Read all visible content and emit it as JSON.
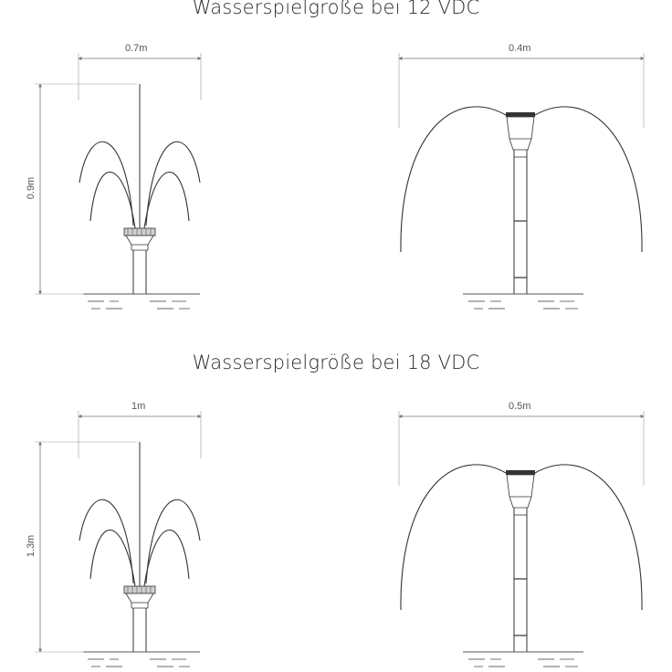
{
  "sections": [
    {
      "title": "Wasserspielgröße bei 12 VDC",
      "fountain_a": {
        "width_label": "0.7m",
        "height_label": "0.9m"
      },
      "fountain_b": {
        "width_label": "0.4m"
      }
    },
    {
      "title": "Wasserspielgröße bei 18 VDC",
      "fountain_a": {
        "width_label": "1m",
        "height_label": "1.3m"
      },
      "fountain_b": {
        "width_label": "0.5m"
      }
    }
  ],
  "colors": {
    "line": "#333333",
    "dim": "#777777",
    "water": "#666666"
  }
}
